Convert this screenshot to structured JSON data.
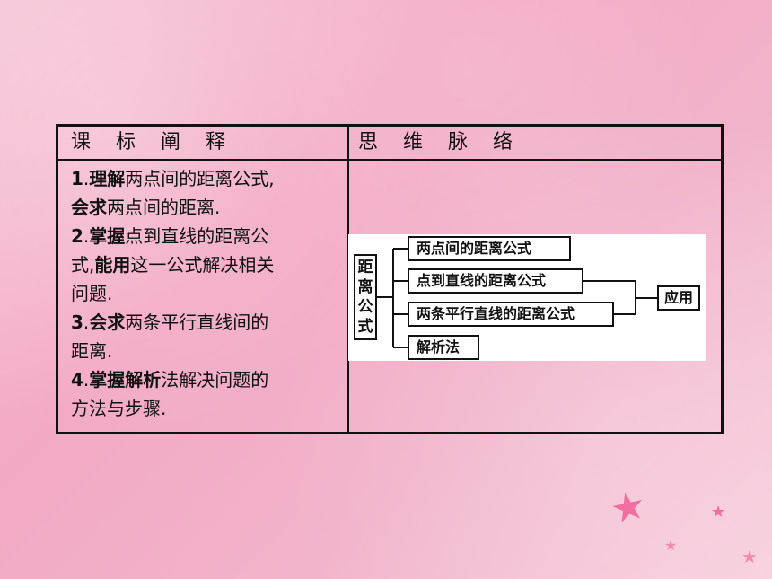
{
  "table": {
    "header_left": [
      "课",
      "标",
      "阐",
      "释"
    ],
    "header_right": [
      "思",
      "维",
      "脉",
      "络"
    ]
  },
  "goals": [
    {
      "lines": [
        [
          {
            "t": "1",
            "b": true
          },
          {
            "t": ".",
            "b": false
          },
          {
            "t": "理解",
            "b": true
          },
          {
            "t": "两点间的距离公式,",
            "b": false
          }
        ],
        [
          {
            "t": "会求",
            "b": true
          },
          {
            "t": "两点间的距离.",
            "b": false
          }
        ]
      ]
    },
    {
      "lines": [
        [
          {
            "t": "2",
            "b": true
          },
          {
            "t": ".",
            "b": false
          },
          {
            "t": "掌握",
            "b": true
          },
          {
            "t": "点到直线的距离公",
            "b": false
          }
        ],
        [
          {
            "t": "式,",
            "b": false
          },
          {
            "t": "能用",
            "b": true
          },
          {
            "t": "这一公式解决相关",
            "b": false
          }
        ],
        [
          {
            "t": "问题.",
            "b": false
          }
        ]
      ]
    },
    {
      "lines": [
        [
          {
            "t": "3",
            "b": true
          },
          {
            "t": ".",
            "b": false
          },
          {
            "t": "会求",
            "b": true
          },
          {
            "t": "两条平行直线间的",
            "b": false
          }
        ],
        [
          {
            "t": "距离.",
            "b": false
          }
        ]
      ]
    },
    {
      "lines": [
        [
          {
            "t": "4",
            "b": true
          },
          {
            "t": ".",
            "b": false
          },
          {
            "t": "掌握",
            "b": true
          },
          {
            "t": "解析",
            "b": true
          },
          {
            "t": "法解决问题的",
            "b": false
          }
        ],
        [
          {
            "t": "方法与步骤.",
            "b": false
          }
        ]
      ]
    }
  ],
  "diagram": {
    "root": [
      "距",
      "离",
      "公",
      "式"
    ],
    "branches": [
      "两点间的距离公式",
      "点到直线的距离公式",
      "两条平行直线的距离公式",
      "解析法"
    ],
    "apply": "应用"
  },
  "colors": {
    "star": "#f06fa0",
    "border": "#111111"
  }
}
